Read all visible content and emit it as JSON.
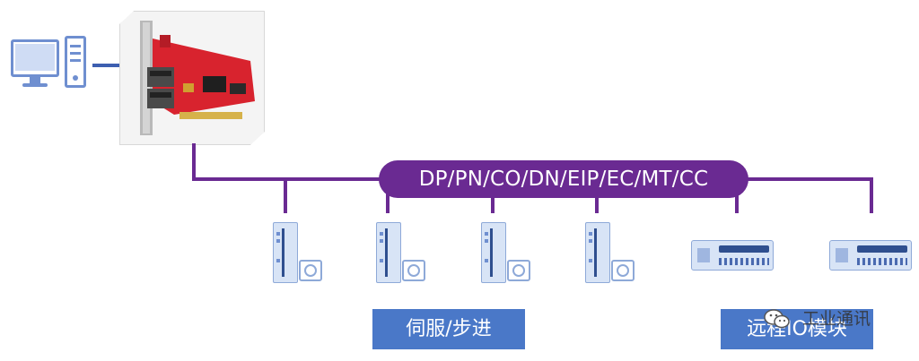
{
  "bus": {
    "label": "DP/PN/CO/DN/EIP/EC/MT/CC"
  },
  "devices": {
    "group1_label": "伺服/步进",
    "group2_label": "远程IO模块"
  },
  "watermark": {
    "text": "工业通讯"
  },
  "icons": {
    "pc": "desktop-computer-icon",
    "card": "pcie-network-card-image",
    "servo": "servo-drive-icon",
    "motor": "motor-icon",
    "remote_io": "remote-io-module-icon",
    "watermark": "wechat-icon"
  },
  "colors": {
    "bus": "#6a2a92",
    "label_bg": "#4a78c8",
    "device": "#8ea9d8"
  }
}
